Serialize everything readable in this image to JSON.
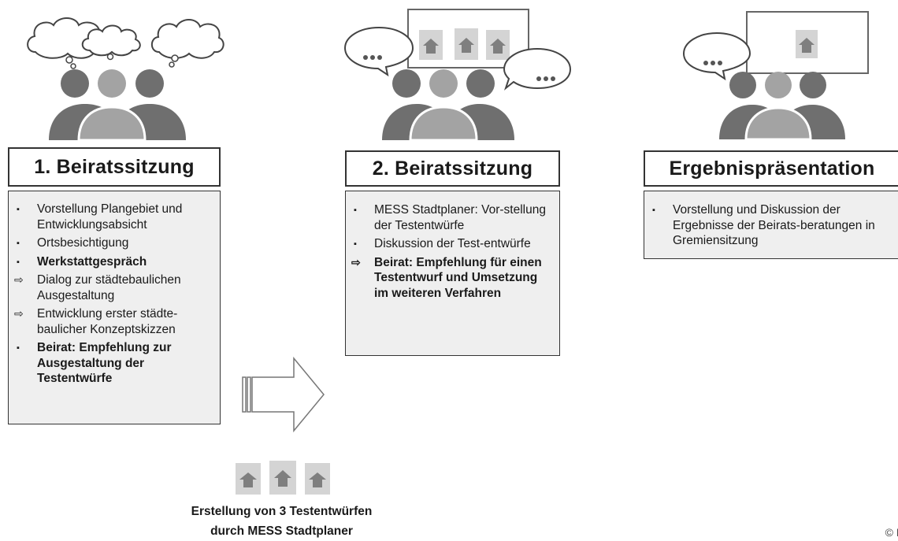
{
  "stages": [
    {
      "title": "1. Beiratssitzung",
      "items": [
        {
          "marker": "square",
          "bold": false,
          "text": "Vorstellung Plangebiet und Entwicklungsabsicht"
        },
        {
          "marker": "square",
          "bold": false,
          "text": "Ortsbesichtigung"
        },
        {
          "marker": "square",
          "bold": true,
          "text": "Werkstattgespräch"
        },
        {
          "marker": "arrow",
          "bold": false,
          "text": "Dialog zur städtebaulichen Ausgestaltung"
        },
        {
          "marker": "arrow",
          "bold": false,
          "text": "Entwicklung erster städte-baulicher Konzeptskizzen"
        },
        {
          "marker": "square",
          "bold": true,
          "text": "Beirat: Empfehlung zur Ausgestaltung der Testentwürfe"
        }
      ]
    },
    {
      "title": "2. Beiratssitzung",
      "items": [
        {
          "marker": "square",
          "bold": false,
          "text": "MESS Stadtplaner: Vor-stellung der Testentwürfe"
        },
        {
          "marker": "square",
          "bold": false,
          "text": "Diskussion der Test-entwürfe"
        },
        {
          "marker": "arrow",
          "bold": true,
          "text": "Beirat: Empfehlung für einen Testentwurf und Umsetzung im weiteren Verfahren"
        }
      ]
    },
    {
      "title": "Ergebnispräsentation",
      "items": [
        {
          "marker": "square",
          "bold": false,
          "text": "Vorstellung und Diskussion der Ergebnisse der Beirats-beratungen in Gremiensitzung"
        }
      ]
    }
  ],
  "markers": {
    "square": "▪",
    "arrow": "⇨"
  },
  "bottom": {
    "line1": "Erstellung von 3 Testentwürfen",
    "line2": "durch MESS Stadtplaner"
  },
  "copyright": "© N",
  "colors": {
    "person_dark": "#6f6f6f",
    "person_light": "#a3a3a3",
    "tile": "#d4d4d4",
    "house": "#7f7f7f",
    "card_bg": "#efefef"
  }
}
